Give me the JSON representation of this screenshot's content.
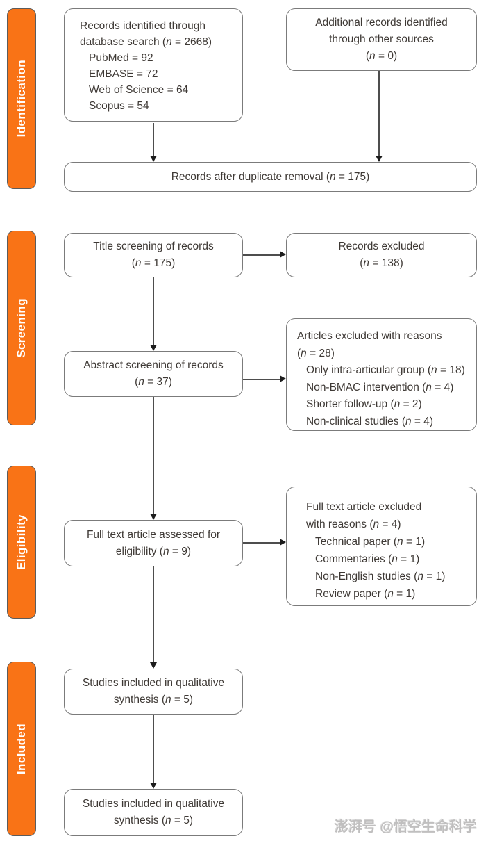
{
  "colors": {
    "stage_bar": "#F97316",
    "box_border": "#7b7b7b",
    "text": "#3E3935",
    "line": "#4d4d4d"
  },
  "stages": [
    {
      "label": "Identification"
    },
    {
      "label": "Screening"
    },
    {
      "label": "Eligibility"
    },
    {
      "label": "Included"
    }
  ],
  "boxes": {
    "db_search": {
      "lines": [
        "Records identified through",
        "database search (n = 2668)"
      ],
      "items": [
        "PubMed = 92",
        "EMBASE = 72",
        "Web of Science = 64",
        "Scopus = 54"
      ]
    },
    "other_sources": {
      "lines": [
        "Additional records identified",
        "through other sources",
        "(n = 0)"
      ]
    },
    "dup_removal": {
      "lines": [
        "Records after duplicate removal (n = 175)"
      ]
    },
    "title_screening": {
      "lines": [
        "Title screening of records",
        "(n = 175)"
      ]
    },
    "records_excluded": {
      "lines": [
        "Records excluded",
        "(n = 138)"
      ]
    },
    "abstract_screening": {
      "lines": [
        "Abstract screening of records",
        "(n = 37)"
      ]
    },
    "articles_excluded": {
      "lines": [
        "Articles excluded with reasons",
        "(n = 28)"
      ],
      "items": [
        "Only intra-articular group (n = 18)",
        "Non-BMAC intervention (n = 4)",
        "Shorter follow-up (n = 2)",
        "Non-clinical studies (n = 4)"
      ]
    },
    "full_text": {
      "lines": [
        "Full text article assessed for",
        "eligibility (n = 9)"
      ]
    },
    "full_text_excluded": {
      "lines": [
        "Full text article excluded",
        "with reasons (n = 4)"
      ],
      "items": [
        "Technical paper (n = 1)",
        "Commentaries (n = 1)",
        "Non-English studies (n = 1)",
        "Review paper (n = 1)"
      ]
    },
    "included_qualitative_1": {
      "lines": [
        "Studies included in qualitative",
        "synthesis (n = 5)"
      ]
    },
    "included_qualitative_2": {
      "lines": [
        "Studies included in qualitative",
        "synthesis (n = 5)"
      ]
    }
  },
  "watermark": "澎湃号 @悟空生命科学"
}
